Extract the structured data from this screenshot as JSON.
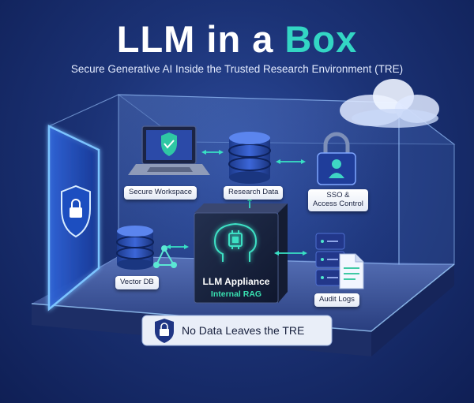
{
  "header": {
    "title_main": "LLM in a ",
    "title_accent": "Box",
    "subtitle": "Secure Generative AI Inside the Trusted Research Environment (TRE)"
  },
  "components": {
    "secure_workspace": "Secure Workspace",
    "research_data": "Research Data",
    "sso_line1": "SSO &",
    "sso_line2": "Access Control",
    "vector_db": "Vector DB",
    "llm_title": "LLM Appliance",
    "llm_sub": "Internal RAG",
    "audit_logs": "Audit Logs"
  },
  "footer": {
    "banner": "No Data Leaves the TRE"
  },
  "icons": [
    "shield-lock-icon",
    "laptop-shield-icon",
    "database-icon",
    "padlock-icon",
    "cloud-icon",
    "brain-chip-icon",
    "server-rack-icon",
    "document-icon",
    "network-graph-icon",
    "lock-icon"
  ],
  "colors": {
    "background": "#1b3275",
    "accent": "#33d6c4",
    "connector": "#38e0c4",
    "glow": "#4aa8ff"
  }
}
